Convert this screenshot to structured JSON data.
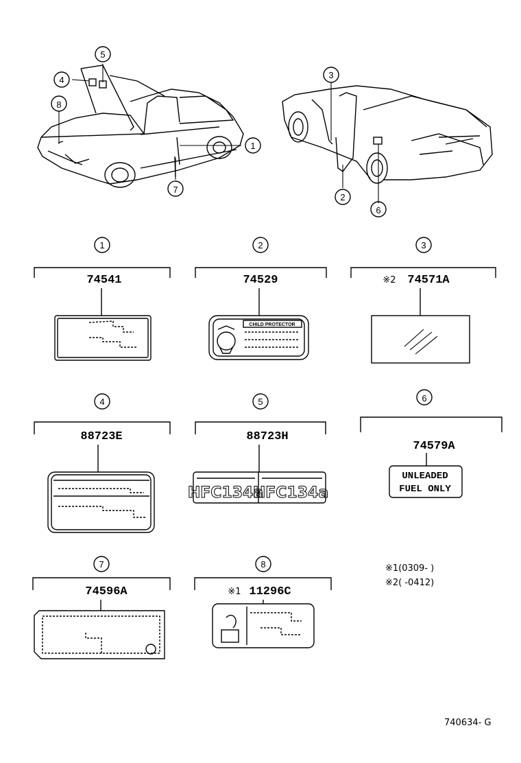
{
  "callouts": [
    "1",
    "2",
    "3",
    "4",
    "5",
    "6",
    "7",
    "8"
  ],
  "parts": [
    {
      "num": "1",
      "code": "74541",
      "prefix": ""
    },
    {
      "num": "2",
      "code": "74529",
      "prefix": ""
    },
    {
      "num": "3",
      "code": "74571A",
      "prefix": "※2"
    },
    {
      "num": "4",
      "code": "88723E",
      "prefix": ""
    },
    {
      "num": "5",
      "code": "88723H",
      "prefix": ""
    },
    {
      "num": "6",
      "code": "74579A",
      "prefix": ""
    },
    {
      "num": "7",
      "code": "74596A",
      "prefix": ""
    },
    {
      "num": "8",
      "code": "11296C",
      "prefix": "※1"
    }
  ],
  "label_texts": {
    "child_protector": "CHILD PROTECTOR",
    "hfc_a": "HFC134a",
    "unleaded_line1": "UNLEADED",
    "unleaded_line2": "FUEL  ONLY"
  },
  "notes": [
    "※1(0309-        )",
    "※2(        -0412)"
  ],
  "diagram_id": "740634- G"
}
